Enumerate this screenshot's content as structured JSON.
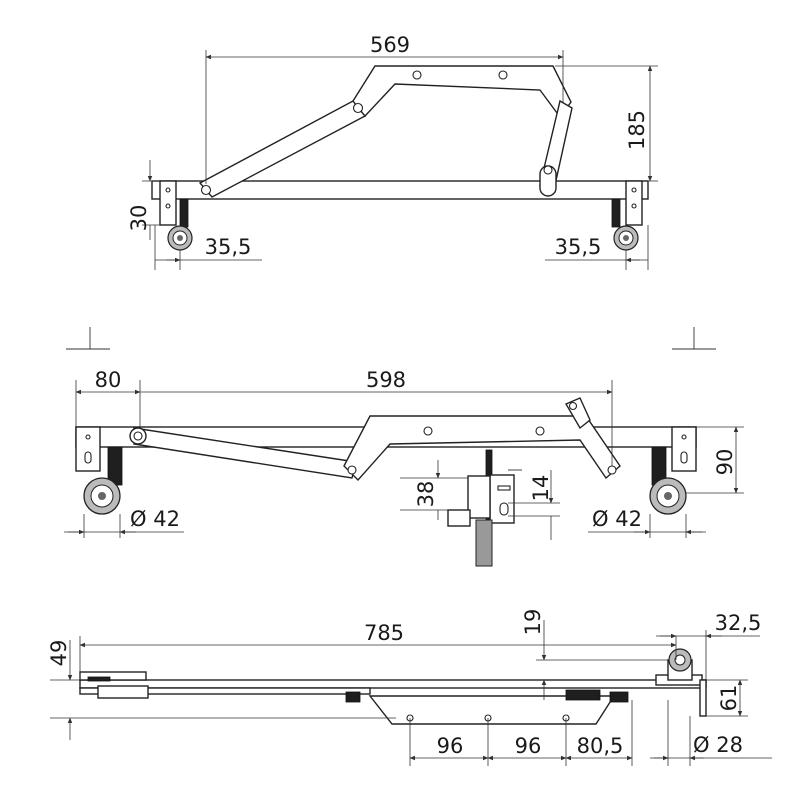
{
  "top_view": {
    "overall_width": "569",
    "height": "185",
    "bracket_height": "30",
    "left_offset": "35,5",
    "right_offset": "35,5"
  },
  "side_view": {
    "offset": "80",
    "overall_width": "598",
    "height": "90",
    "bracket_height": "38",
    "slot_height": "14",
    "left_wheel_diameter": "Ø 42",
    "right_wheel_diameter": "Ø 42"
  },
  "bottom_view": {
    "overall_length": "785",
    "height": "49",
    "top_offset": "19",
    "right_offset": "32,5",
    "wheel_height": "61",
    "spacing_1": "96",
    "spacing_2": "96",
    "spacing_3": "80,5",
    "wheel_diameter": "Ø 28"
  }
}
